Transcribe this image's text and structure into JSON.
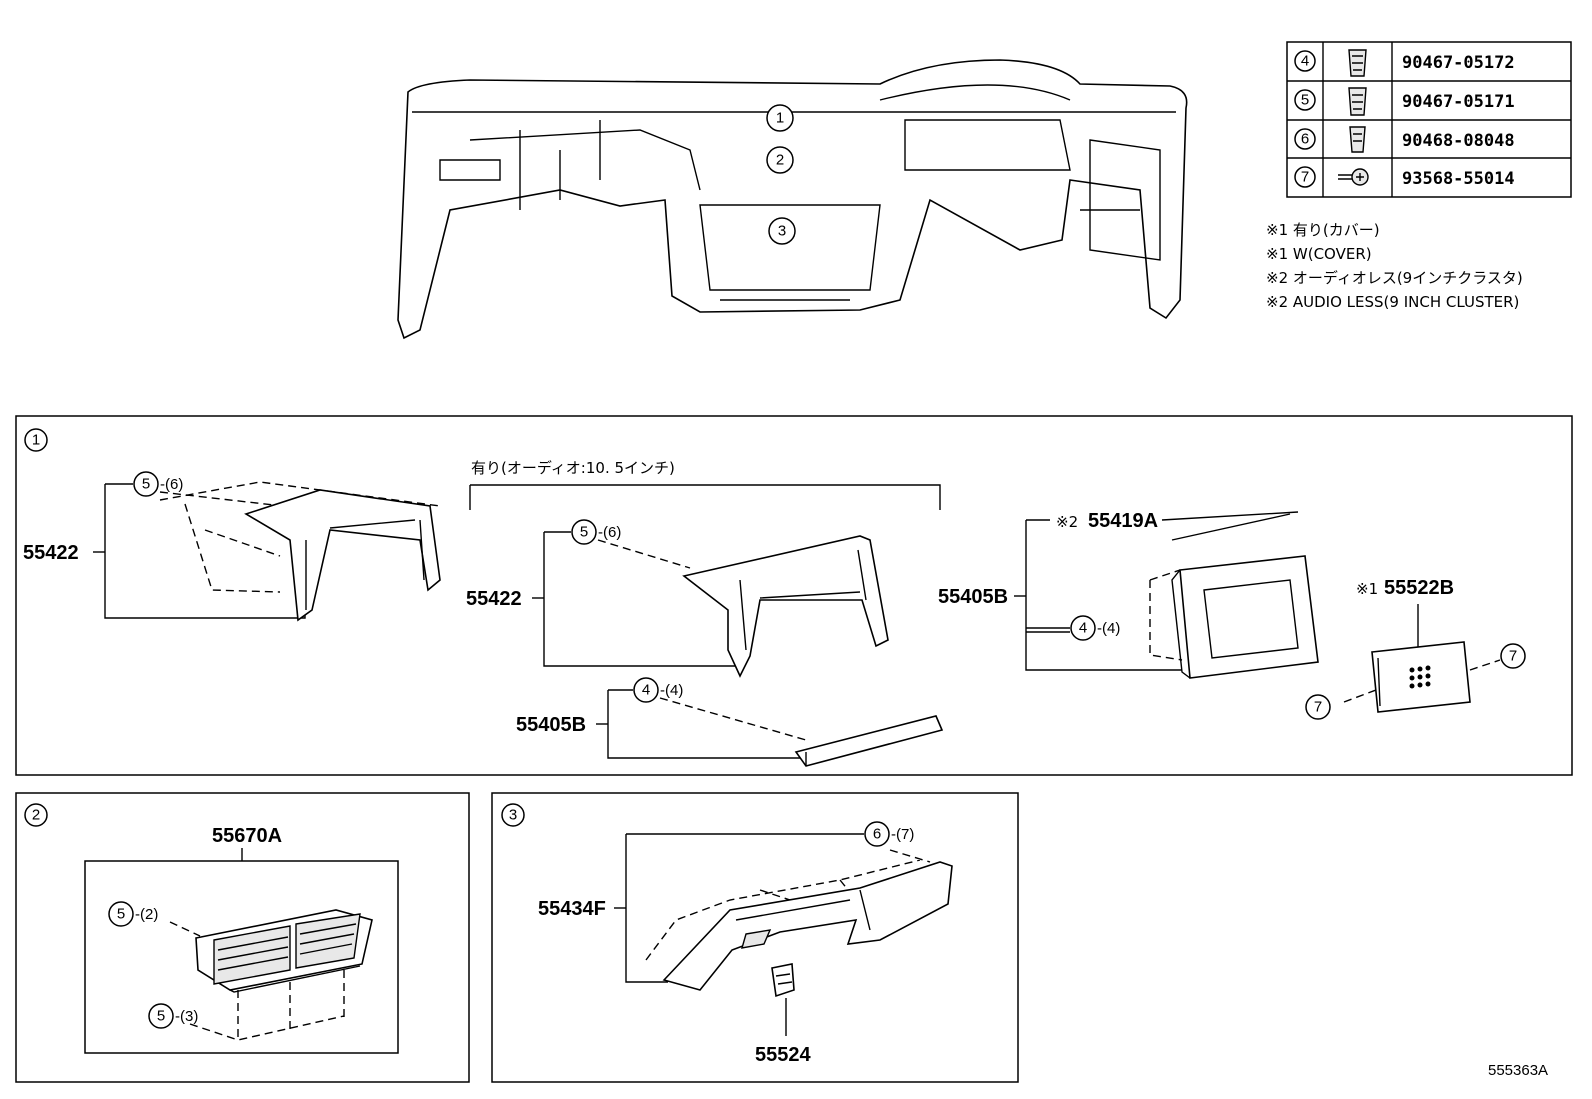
{
  "fastener_table": [
    {
      "ref": "4",
      "part_no": "90467-05172",
      "icon": "clip-icon"
    },
    {
      "ref": "5",
      "part_no": "90467-05171",
      "icon": "clip-icon"
    },
    {
      "ref": "6",
      "part_no": "90468-08048",
      "icon": "clip-icon"
    },
    {
      "ref": "7",
      "part_no": "93568-55014",
      "icon": "screw-icon"
    }
  ],
  "notes": [
    "※1 有り(カバー)",
    "※1 W(COVER)",
    "※2 オーディオレス(9インチクラスタ)",
    "※2 AUDIO LESS(9 INCH CLUSTER)"
  ],
  "overview_callouts": [
    "1",
    "2",
    "3"
  ],
  "panel1": {
    "ref": "1",
    "audio_label": "有り(オーディオ:10. 5インチ)",
    "parts": {
      "left_55422": "55422",
      "left_55422_fastener": "5",
      "left_55422_qty": "-(6)",
      "mid_55422": "55422",
      "mid_55422_fastener": "5",
      "mid_55422_qty": "-(6)",
      "mid_55405B": "55405B",
      "mid_55405B_fastener": "4",
      "mid_55405B_qty": "-(4)",
      "right_55419A_mark": "※2",
      "right_55419A": "55419A",
      "right_55405B": "55405B",
      "right_55405B_fastener": "4",
      "right_55405B_qty": "-(4)",
      "cover_mark": "※1",
      "cover_55522B": "55522B",
      "cover_fastener": "7"
    }
  },
  "panel2": {
    "ref": "2",
    "part": "55670A",
    "fastener_top": "5",
    "fastener_top_qty": "-(2)",
    "fastener_bottom": "5",
    "fastener_bottom_qty": "-(3)"
  },
  "panel3": {
    "ref": "3",
    "part_main": "55434F",
    "fastener": "6",
    "fastener_qty": "-(7)",
    "part_small": "55524"
  },
  "figure_id": "555363A"
}
